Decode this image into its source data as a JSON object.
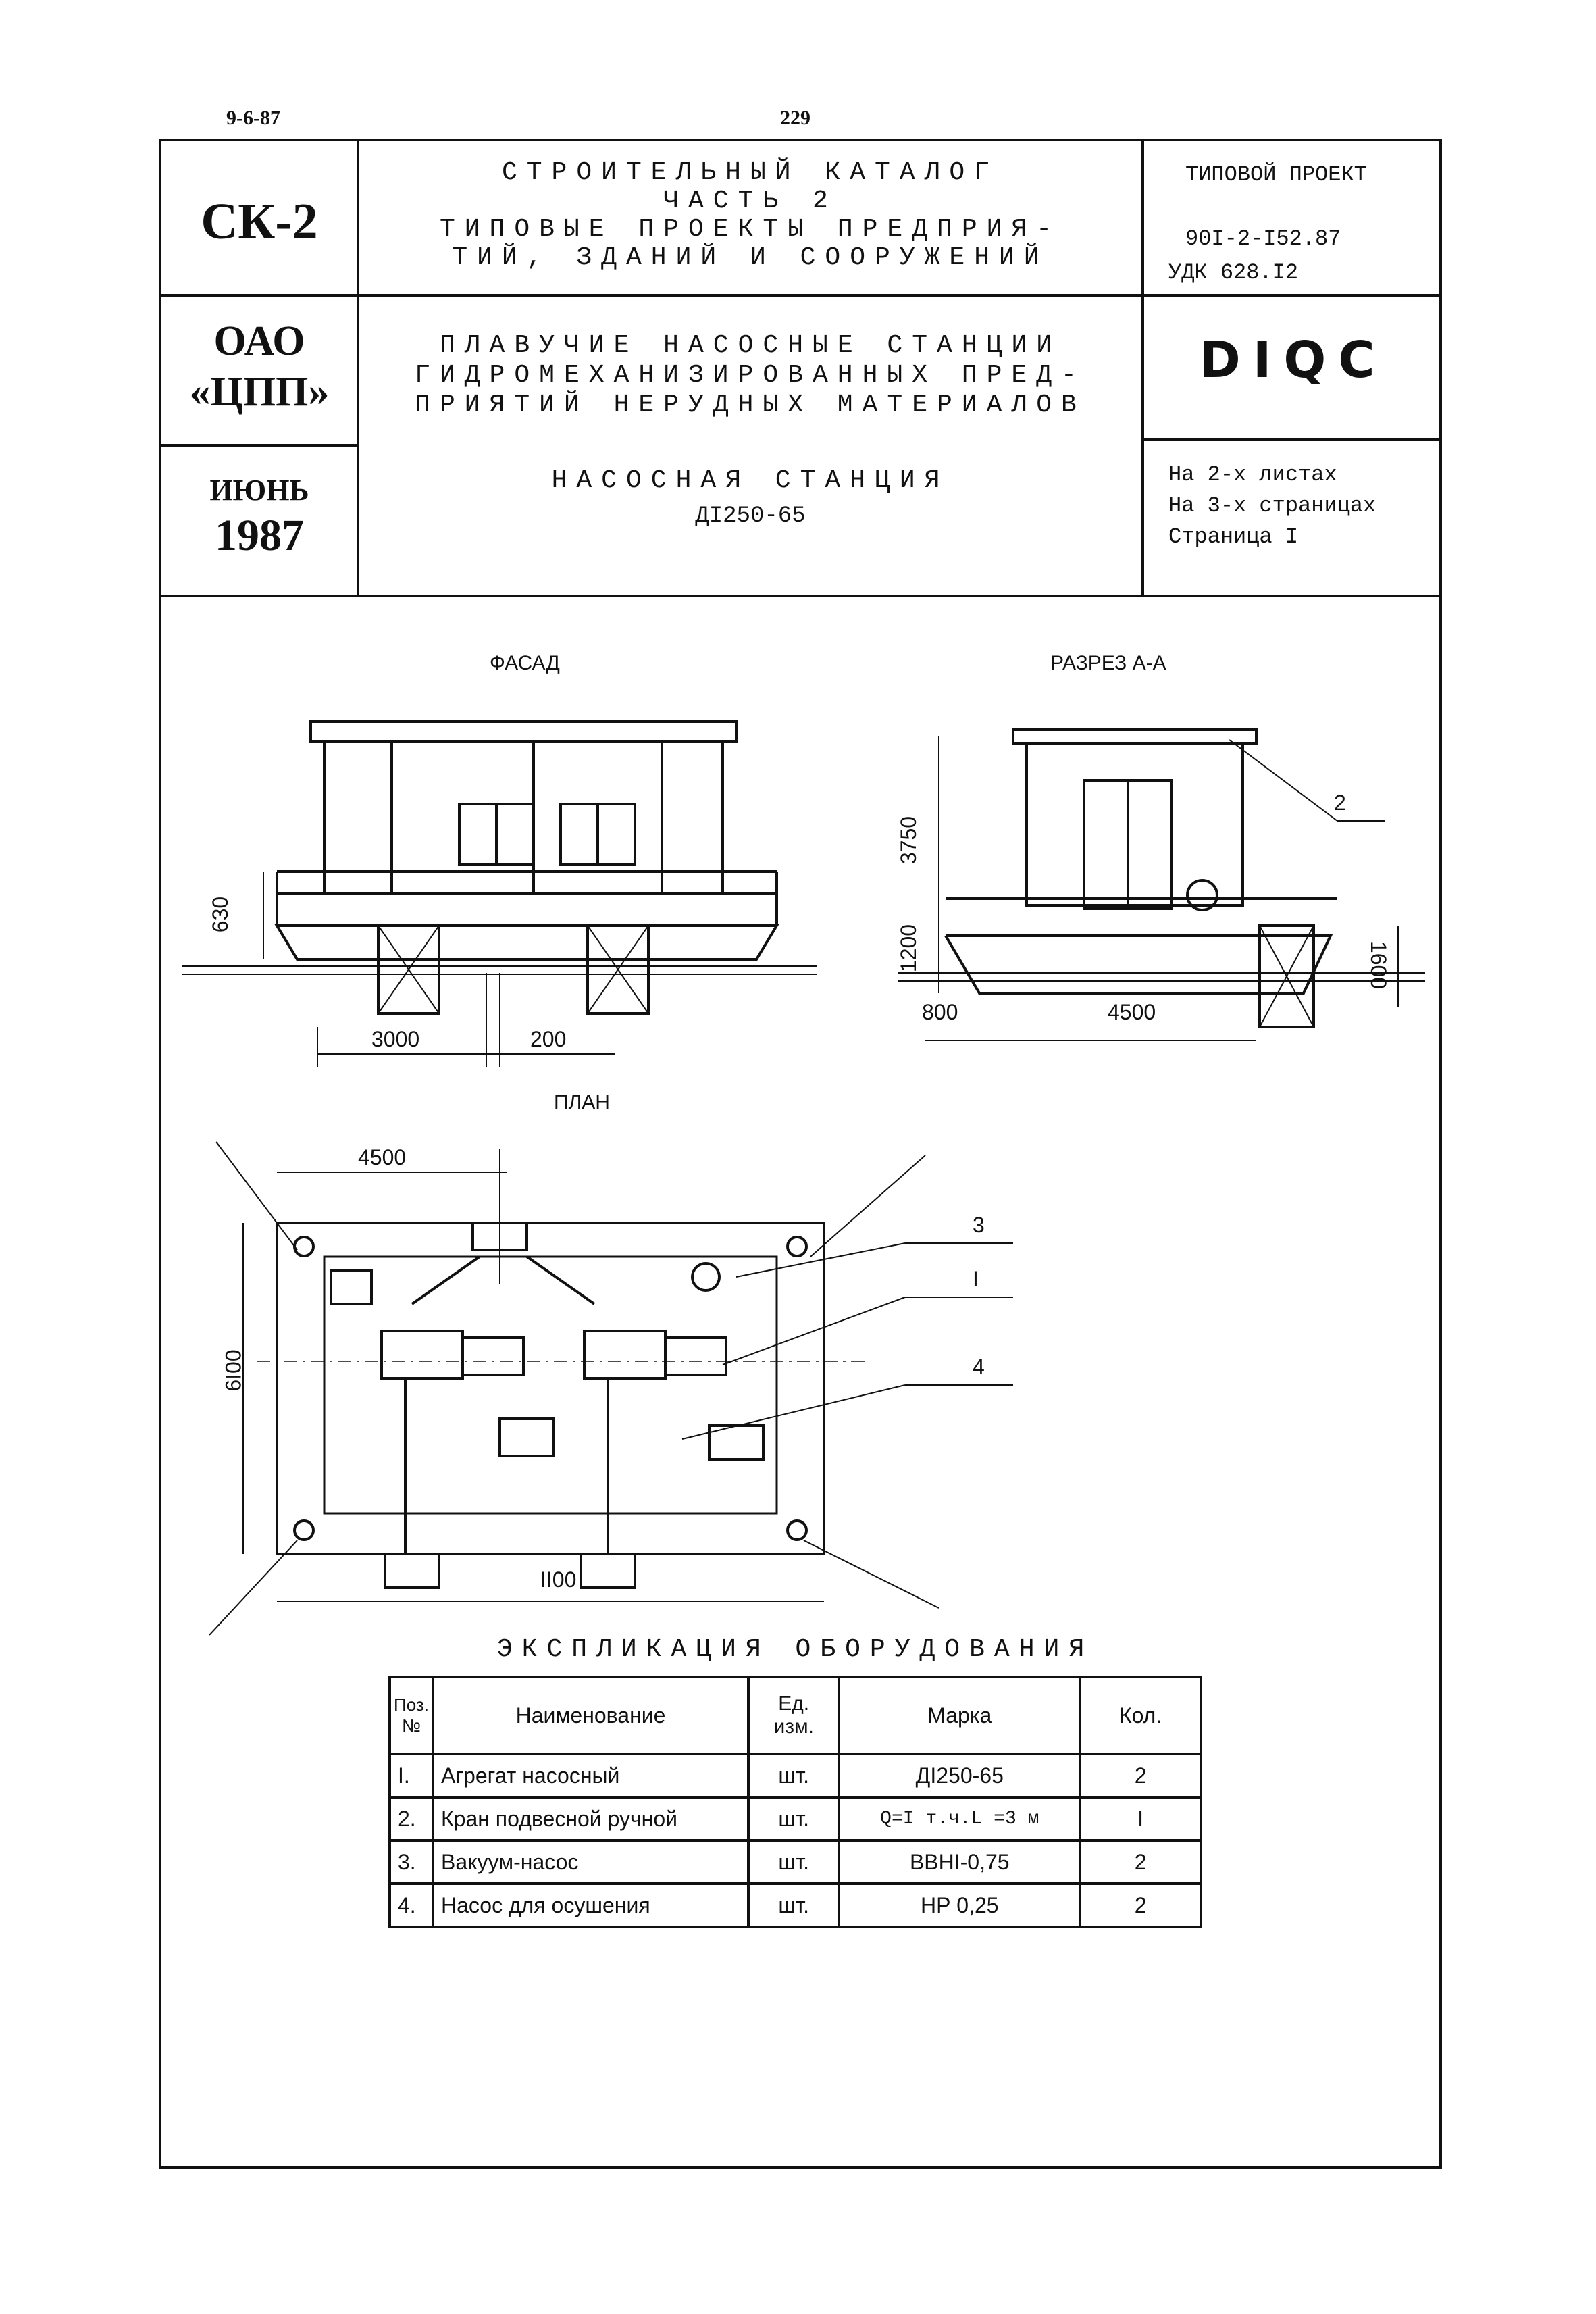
{
  "page": {
    "date": "9-6-87",
    "number": "229"
  },
  "header": {
    "series": "СК-2",
    "org_line1": "ОАО",
    "org_line2": "«ЦПП»",
    "month": "ИЮНЬ",
    "year": "1987",
    "catalog_lines": [
      "СТРОИТЕЛЬНЫЙ КАТАЛОГ",
      "ЧАСТЬ 2",
      "ТИПОВЫЕ ПРОЕКТЫ ПРЕДПРИЯ-",
      "ТИЙ, ЗДАНИЙ И СООРУЖЕНИЙ"
    ],
    "project_label": "ТИПОВОЙ ПРОЕКТ",
    "project_code": "90I-2-I52.87",
    "udk": "УДК 628.I2",
    "title_lines": [
      "ПЛАВУЧИЕ НАСОСНЫЕ СТАНЦИИ",
      "ГИДРОМЕХАНИЗИРОВАННЫХ ПРЕД-",
      "ПРИЯТИЙ НЕРУДНЫХ МАТЕРИАЛОВ"
    ],
    "code_mark": "DIQC",
    "subtitle": "НАСОСНАЯ СТАНЦИЯ",
    "subtitle_model": "ДI250-65",
    "sheets": "На 2-х листах",
    "pages": "На 3-х страницах",
    "page_label": "Страница I"
  },
  "drawings": {
    "facade": {
      "title": "ФАСАД",
      "dim_height": "630",
      "dim_width": "3000",
      "dim_gap": "200"
    },
    "section": {
      "title": "РАЗРЕЗ А-А",
      "dim_height": "3750",
      "dim_base": "1200",
      "dim_float": "1600",
      "dim_left": "800",
      "dim_width": "4500",
      "callout": "2"
    },
    "plan": {
      "title": "ПЛАН",
      "dim_width": "4500",
      "dim_height": "6I00",
      "dim_bottom": "II00",
      "callouts": [
        "3",
        "I",
        "4"
      ]
    }
  },
  "spec_table": {
    "title": "ЭКСПЛИКАЦИЯ ОБОРУДОВАНИЯ",
    "headers": [
      "Поз. №",
      "Наименование",
      "Ед. изм.",
      "Марка",
      "Кол."
    ],
    "rows": [
      [
        "I.",
        "Агрегат насосный",
        "шт.",
        "ДI250-65",
        "2"
      ],
      [
        "2.",
        "Кран подвесной ручной",
        "шт.",
        "Q=I т.ч.L =3 м",
        "I"
      ],
      [
        "3.",
        "Вакуум-насос",
        "шт.",
        "ВВНI-0,75",
        "2"
      ],
      [
        "4.",
        "Насос для осушения",
        "шт.",
        "НР 0,25",
        "2"
      ]
    ]
  }
}
